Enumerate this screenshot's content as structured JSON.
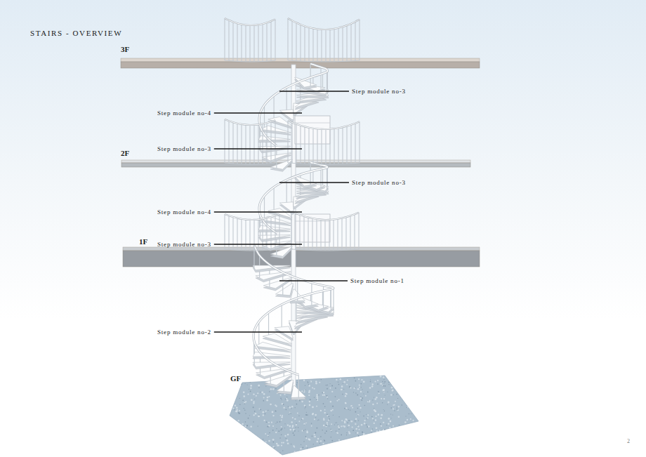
{
  "diagram": {
    "title": "STAIRS - OVERVIEW",
    "labels": [
      "3F",
      "Step module no-3",
      "Step module no-4",
      "Step module no-3",
      "2F",
      "Step module no-3",
      "Step module no-4",
      "1F",
      "Step module no-3",
      "Step module no-1",
      "Step module no-2",
      "GF",
      "2"
    ]
  }
}
